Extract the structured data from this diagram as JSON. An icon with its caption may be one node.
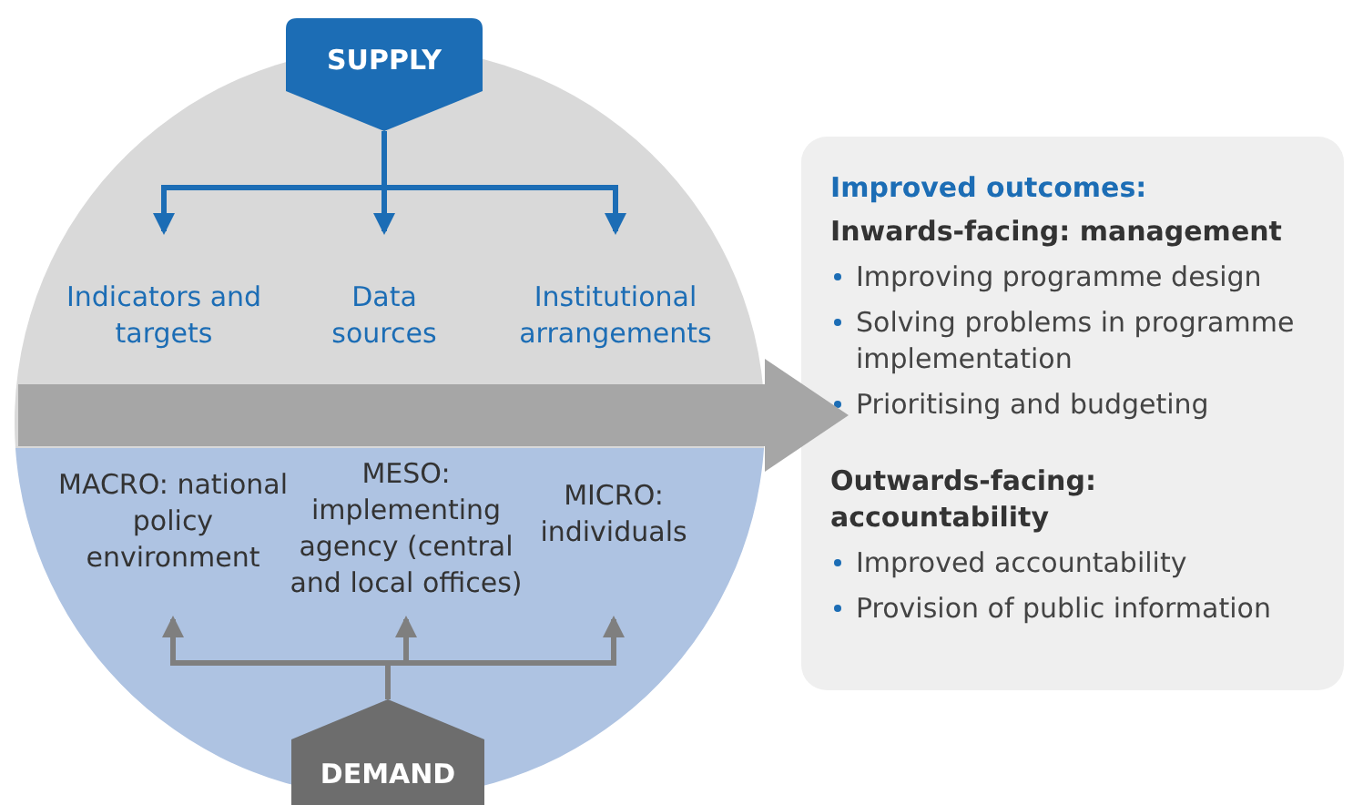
{
  "diagram": {
    "nodes": [
      {
        "text": [],
        "shape": "semicircle"
      },
      {
        "text": [
          "SUPPLY"
        ]
      },
      {
        "text": [
          "Indicators and targets"
        ],
        "in": 0
      },
      {
        "text": [
          "Data sources"
        ],
        "in": 0
      },
      {
        "text": [
          "Institutional arrangements"
        ],
        "in": 0
      },
      {
        "text": [],
        "shape": "semicircle"
      },
      {
        "text": [
          "MACRO: national policy environment"
        ],
        "in": 5
      },
      {
        "text": [
          "MESO: implementing agency (central and local offices)"
        ],
        "in": 5
      },
      {
        "text": [
          "MICRO: individuals"
        ],
        "in": 5
      },
      {
        "text": [
          "DEMAND"
        ]
      },
      {
        "text": [
          "Improved outcomes:",
          "Inwards-facing: management",
          "Improving programme design",
          "Solving problems in programme implementation",
          "Prioritising and budgeting",
          "Outwards-facing: accountability",
          "Improved accountability",
          "Provision of public information"
        ]
      }
    ],
    "edges": [
      {
        "from": 1,
        "to": 2,
        "arrow": "to",
        "color": "#1c6db5"
      },
      {
        "from": 1,
        "to": 3,
        "arrow": "to",
        "color": "#1c6db5"
      },
      {
        "from": 1,
        "to": 4,
        "arrow": "to",
        "color": "#1c6db5"
      },
      {
        "from": 9,
        "to": 6,
        "arrow": "to",
        "color": "#7f7f7f"
      },
      {
        "from": 9,
        "to": 7,
        "arrow": "to",
        "color": "#7f7f7f"
      },
      {
        "from": 9,
        "to": 8,
        "arrow": "to",
        "color": "#7f7f7f"
      },
      {
        "from": 0,
        "to": 10,
        "arrow": "to",
        "style": "thick",
        "color": "#a6a6a6"
      }
    ]
  }
}
